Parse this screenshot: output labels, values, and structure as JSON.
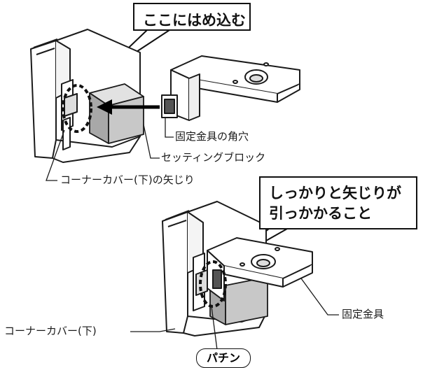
{
  "callouts": {
    "top": "ここにはめ込む",
    "bottom_line1": "しっかりと矢じりが",
    "bottom_line2": "引っかかること"
  },
  "labels": {
    "bracket_square_hole": "固定金具の角穴",
    "setting_block": "セッティングブロック",
    "corner_cover_arrowhead": "コーナーカバー(下)の矢じり",
    "fixing_bracket": "固定金具",
    "corner_cover_lower": "コーナーカバー(下)",
    "click_sound": "パチン"
  },
  "colors": {
    "line": "#1a1a1a",
    "block_front": "#c8c8c8",
    "block_top": "#e2e2e2",
    "block_side": "#a8a8a8",
    "arrow": "#000000"
  }
}
